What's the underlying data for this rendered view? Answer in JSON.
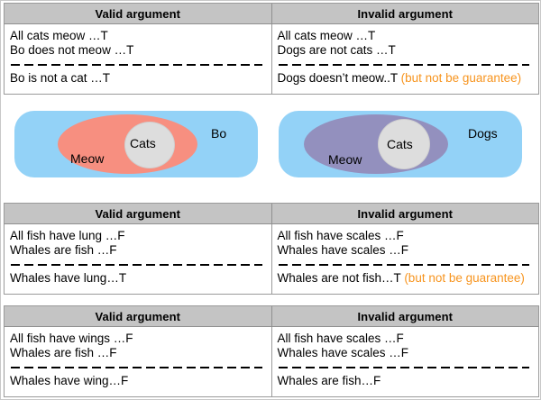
{
  "colors": {
    "header_bg": "#c4c4c4",
    "border": "#9a9a9a",
    "caveat_orange": "#f7941e",
    "venn_blue": "#93d2f7",
    "venn_salmon": "#f78f80",
    "venn_purple": "#9390be",
    "venn_gray": "#dddddd"
  },
  "headers": {
    "valid": "Valid argument",
    "invalid": "Invalid argument"
  },
  "tables": [
    {
      "valid": {
        "premises": [
          "All cats meow …T",
          "Bo does not meow …T"
        ],
        "conclusion": "Bo is not a cat …T",
        "caveat": ""
      },
      "invalid": {
        "premises": [
          "All cats meow …T",
          "Dogs are not cats …T"
        ],
        "conclusion": "Dogs doesn’t meow..T ",
        "caveat": "(but not be guarantee)"
      }
    },
    {
      "valid": {
        "premises": [
          "All fish have lung …F",
          "Whales are fish …F"
        ],
        "conclusion": "Whales have lung…T",
        "caveat": ""
      },
      "invalid": {
        "premises": [
          "All fish have scales …F",
          "Whales have scales …F"
        ],
        "conclusion": "Whales are not fish…T ",
        "caveat": "(but not be guarantee)"
      }
    },
    {
      "valid": {
        "premises": [
          "All fish have wings …F",
          "Whales are fish …F"
        ],
        "conclusion": "Whales have wing…F",
        "caveat": ""
      },
      "invalid": {
        "premises": [
          "All fish have scales …F",
          "Whales have scales …F"
        ],
        "conclusion": "Whales are fish…F",
        "caveat": ""
      }
    }
  ],
  "venns": [
    {
      "outer_label": "Bo",
      "ellipse_label": "Meow",
      "inner_label": "Cats",
      "container_color": "#93d2f7",
      "ellipse_color": "#f78f80",
      "inner_color": "#dddddd"
    },
    {
      "outer_label": "Dogs",
      "ellipse_label": "Meow",
      "inner_label": "Cats",
      "container_color": "#93d2f7",
      "ellipse_color": "#9390be",
      "inner_color": "#dddddd"
    }
  ]
}
